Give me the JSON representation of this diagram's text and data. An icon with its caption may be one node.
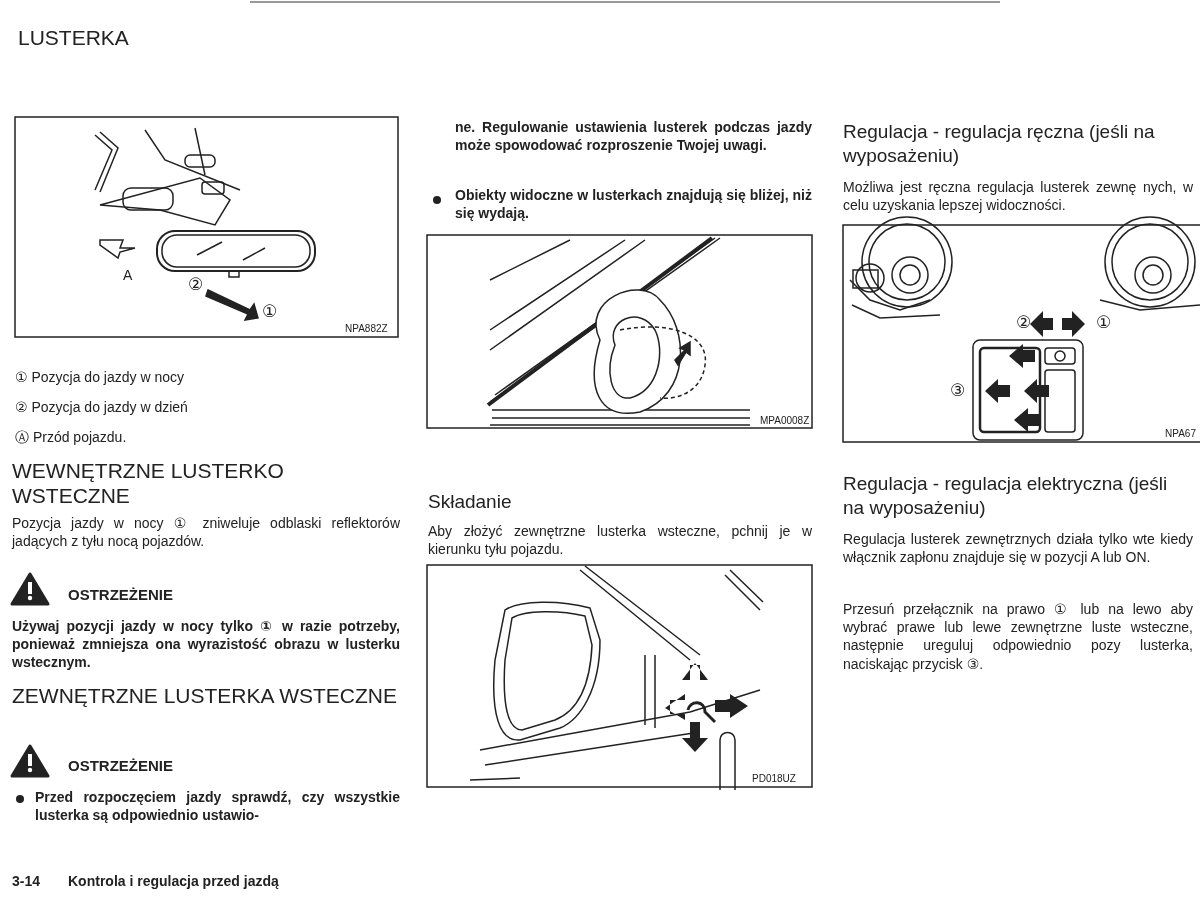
{
  "diagram": {
    "title": "LUSTERKA",
    "labels": [
      "②",
      "①",
      "A",
      "NPA882Z",
      "① Pozycja do jazdy w nocy",
      "② Pozycja do jazdy w dzień",
      "Ⓐ Przód pojazdu.",
      "WEWNĘTRZNE LUSTERKO WSTECZNE",
      "Pozycja jazdy w nocy ① zniweluje odblaski reflektorów jadących z tyłu nocą pojazdów.",
      "OSTRZEŻENIE",
      "Używaj pozycji jazdy w nocy tylko ① w razie potrzeby, ponieważ zmniejsza ona wyrazistość obrazu w lusterku wstecznym.",
      "ZEWNĘTRZNE LUSTERKA WSTECZNE",
      "OSTRZEŻENIE",
      "Przed rozpoczęciem jazdy sprawdź, czy wszystkie lusterka są odpowiednio ustawio-",
      "ne. Regulowanie ustawienia lusterek podczas jazdy może spowodować rozproszenie Twojej uwagi.",
      "Obiekty widoczne w lusterkach znajdują się bliżej, niż się wydają.",
      "MPA0008Z",
      "Składanie",
      "Aby złożyć zewnętrzne lusterka wsteczne, pchnij je w kierunku tyłu pojazdu.",
      "PD018UZ",
      "Regulacja - regulacja ręczna (jeśli na wyposażeniu)",
      "Możliwa jest ręczna regulacja lusterek zewnę nych, w celu uzyskania lepszej widoczności.",
      "②",
      "①",
      "③",
      "NPA67",
      "Regulacja - regulacja elektryczna (jeśli na wyposażeniu)",
      "Regulacja lusterek zewnętrznych działa tylko wte kiedy włącznik zapłonu znajduje się w pozycji A lub ON.",
      "Przesuń przełącznik na prawo ① lub na lewo aby wybrać prawe lub lewe zewnętrzne luste wsteczne, następnie ureguluj odpowiednio pozy lusterka, naciskając przycisk ③.",
      "3-14",
      "Kontrola i regulacja przed jazdą"
    ]
  }
}
